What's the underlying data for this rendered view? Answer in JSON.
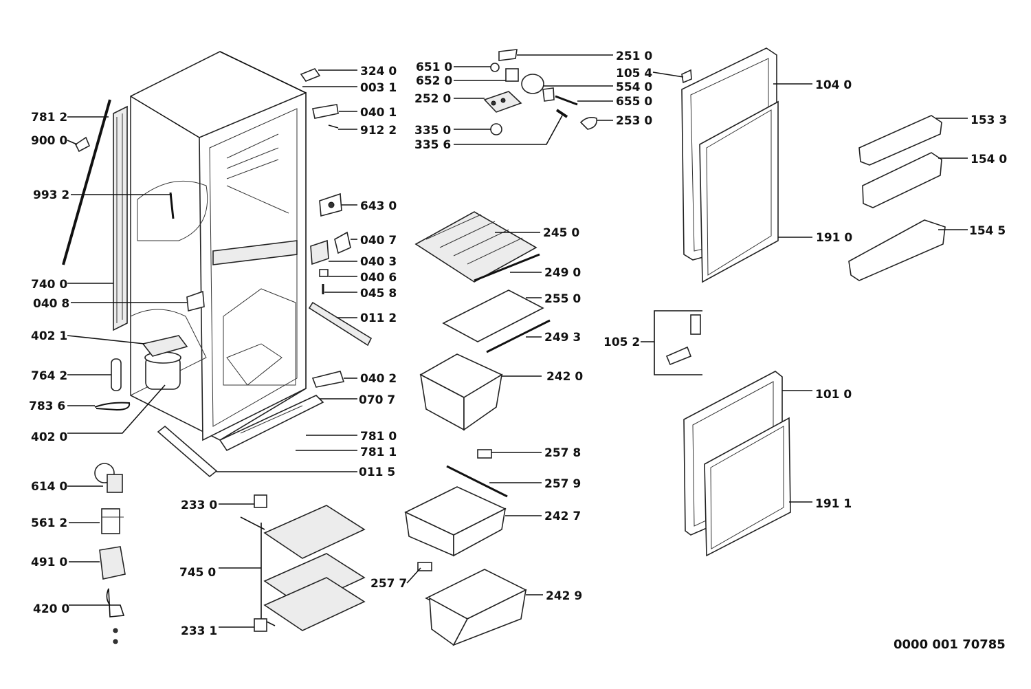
{
  "diagram": {
    "reference_code": "0000 001 70785",
    "labels": [
      {
        "id": "l-324-0",
        "text": "324 0"
      },
      {
        "id": "l-003-1",
        "text": "003 1"
      },
      {
        "id": "l-040-1",
        "text": "040 1"
      },
      {
        "id": "l-912-2",
        "text": "912 2"
      },
      {
        "id": "l-781-2",
        "text": "781 2"
      },
      {
        "id": "l-900-0",
        "text": "900 0"
      },
      {
        "id": "l-993-2",
        "text": "993 2"
      },
      {
        "id": "l-643-0",
        "text": "643 0"
      },
      {
        "id": "l-040-7",
        "text": "040 7"
      },
      {
        "id": "l-040-3",
        "text": "040 3"
      },
      {
        "id": "l-040-6",
        "text": "040 6"
      },
      {
        "id": "l-045-8",
        "text": "045 8"
      },
      {
        "id": "l-740-0",
        "text": "740 0"
      },
      {
        "id": "l-040-8",
        "text": "040 8"
      },
      {
        "id": "l-011-2",
        "text": "011 2"
      },
      {
        "id": "l-402-1",
        "text": "402 1"
      },
      {
        "id": "l-764-2",
        "text": "764 2"
      },
      {
        "id": "l-040-2",
        "text": "040 2"
      },
      {
        "id": "l-070-7",
        "text": "070 7"
      },
      {
        "id": "l-783-6",
        "text": "783 6"
      },
      {
        "id": "l-402-0",
        "text": "402 0"
      },
      {
        "id": "l-781-0",
        "text": "781 0"
      },
      {
        "id": "l-781-1",
        "text": "781 1"
      },
      {
        "id": "l-011-5",
        "text": "011 5"
      },
      {
        "id": "l-614-0",
        "text": "614 0"
      },
      {
        "id": "l-561-2",
        "text": "561 2"
      },
      {
        "id": "l-491-0",
        "text": "491 0"
      },
      {
        "id": "l-420-0",
        "text": "420 0"
      },
      {
        "id": "l-233-0",
        "text": "233 0"
      },
      {
        "id": "l-745-0",
        "text": "745 0"
      },
      {
        "id": "l-233-1",
        "text": "233 1"
      },
      {
        "id": "l-251-0",
        "text": "251 0"
      },
      {
        "id": "l-651-0",
        "text": "651 0"
      },
      {
        "id": "l-652-0",
        "text": "652 0"
      },
      {
        "id": "l-554-0",
        "text": "554 0"
      },
      {
        "id": "l-252-0",
        "text": "252 0"
      },
      {
        "id": "l-655-0",
        "text": "655 0"
      },
      {
        "id": "l-253-0",
        "text": "253 0"
      },
      {
        "id": "l-335-0",
        "text": "335 0"
      },
      {
        "id": "l-335-6",
        "text": "335 6"
      },
      {
        "id": "l-245-0",
        "text": "245 0"
      },
      {
        "id": "l-249-0",
        "text": "249 0"
      },
      {
        "id": "l-255-0",
        "text": "255 0"
      },
      {
        "id": "l-249-3",
        "text": "249 3"
      },
      {
        "id": "l-242-0",
        "text": "242 0"
      },
      {
        "id": "l-257-8",
        "text": "257 8"
      },
      {
        "id": "l-257-9",
        "text": "257 9"
      },
      {
        "id": "l-242-7",
        "text": "242 7"
      },
      {
        "id": "l-257-7",
        "text": "257 7"
      },
      {
        "id": "l-242-9",
        "text": "242 9"
      },
      {
        "id": "l-105-4",
        "text": "105 4"
      },
      {
        "id": "l-104-0",
        "text": "104 0"
      },
      {
        "id": "l-153-3",
        "text": "153 3"
      },
      {
        "id": "l-154-0",
        "text": "154 0"
      },
      {
        "id": "l-154-5",
        "text": "154 5"
      },
      {
        "id": "l-191-0",
        "text": "191 0"
      },
      {
        "id": "l-105-2",
        "text": "105 2"
      },
      {
        "id": "l-101-0",
        "text": "101 0"
      },
      {
        "id": "l-191-1",
        "text": "191 1"
      }
    ]
  }
}
